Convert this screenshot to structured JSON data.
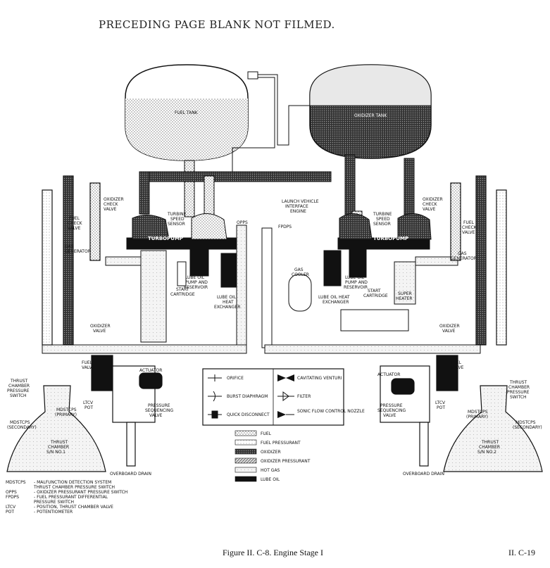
{
  "header_note": "PRECEDING PAGE BLANK NOT FILMED.",
  "caption": "Figure II. C-8.   Engine Stage I",
  "page_number": "II. C-19",
  "tanks": {
    "fuel": "FUEL TANK",
    "oxidizer": "OXIDIZER TANK"
  },
  "labels": {
    "launch_vehicle_interface": [
      "LAUNCH VEHICLE",
      "INTERFACE",
      "ENGINE"
    ],
    "opps": "OPPS",
    "fpdps": "FPDPS",
    "turbine_speed_sensor": [
      "TURBINE",
      "SPEED",
      "SENSOR"
    ],
    "turbopump": "TURBOPUMP",
    "oxidizer_check_valve": [
      "OXIDIZER",
      "CHECK",
      "VALVE"
    ],
    "fuel_check_valve": [
      "FUEL",
      "CHECK",
      "VALVE"
    ],
    "gas_generator": [
      "GAS",
      "GENERATOR"
    ],
    "start_cartridge": [
      "START",
      "CARTRIDGE"
    ],
    "lube_oil_pump": [
      "LUBE OIL",
      "PUMP AND",
      "RESERVOIR"
    ],
    "lube_oil_heat_exchanger": [
      "LUBE OIL",
      "HEAT",
      "EXCHANGER"
    ],
    "gas_cooler": [
      "GAS",
      "COOLER"
    ],
    "lube_oil_heat_exchanger_2": [
      "LUBE OIL HEAT",
      "EXCHANGER"
    ],
    "super_heater": [
      "SUPER",
      "HEATER"
    ],
    "oxidizer_valve": [
      "OXIDIZER",
      "VALVE"
    ],
    "fuel_valve": [
      "FUEL",
      "VALVE"
    ],
    "actuator": "ACTUATOR",
    "ltcv_pot": [
      "LTCV",
      "POT"
    ],
    "pressure_sequencing_valve": [
      "PRESSURE",
      "SEQUENCING",
      "VALVE"
    ],
    "thrust_chamber_pressure_switch": [
      "THRUST",
      "CHAMBER",
      "PRESSURE",
      "SWITCH"
    ],
    "mdstcps_primary": [
      "MDSTCPS",
      "(PRIMARY)"
    ],
    "mdstcps_secondary": [
      "MDSTCPS",
      "(SECONDARY)"
    ],
    "thrust_chamber_1": [
      "THRUST",
      "CHAMBER",
      "S/N NO.1"
    ],
    "thrust_chamber_2": [
      "THRUST",
      "CHAMBER",
      "S/N NO.2"
    ],
    "overboard_drain": "OVERBOARD DRAIN"
  },
  "symbol_legend": [
    {
      "label": "ORIFICE"
    },
    {
      "label": "CAVITATING VENTURI"
    },
    {
      "label": "BURST DIAPHRAGM"
    },
    {
      "label": "FILTER"
    },
    {
      "label": "QUICK DISCONNECT"
    },
    {
      "label": "SONIC FLOW CONTROL NOZZLE"
    }
  ],
  "fluid_legend": [
    {
      "label": "FUEL",
      "pattern": "fuel"
    },
    {
      "label": "FUEL PRESSURANT",
      "pattern": "fuelpress"
    },
    {
      "label": "OXIDIZER",
      "pattern": "ox"
    },
    {
      "label": "OXIDIZER PRESSURANT",
      "pattern": "oxpress"
    },
    {
      "label": "HOT GAS",
      "pattern": "hotgas"
    },
    {
      "label": "LUBE OIL",
      "pattern": "lube"
    }
  ],
  "abbreviations": [
    {
      "abbr": "MDSTCPS",
      "meaning": "- MALFUNCTION DETECTION SYSTEM"
    },
    {
      "abbr": "",
      "meaning": "THRUST CHAMBER PRESSURE SWITCH"
    },
    {
      "abbr": "OPPS",
      "meaning": "- OXIDIZER PRESSURANT PRESSURE SWITCH"
    },
    {
      "abbr": "FPDPS",
      "meaning": "- FUEL PRESSURANT DIFFERENTIAL"
    },
    {
      "abbr": "",
      "meaning": "PRESSURE SWITCH"
    },
    {
      "abbr": "LTCV",
      "meaning": "- POSITION, THRUST CHAMBER VALVE"
    },
    {
      "abbr": "POT",
      "meaning": "- POTENTIOMETER"
    }
  ]
}
